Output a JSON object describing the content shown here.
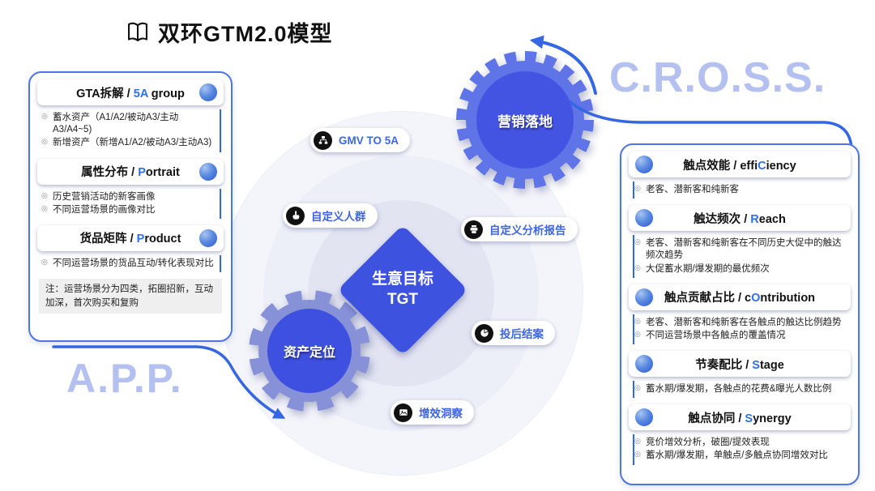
{
  "title": {
    "text": "双环GTM2.0模型",
    "icon": "open-book-icon"
  },
  "watermarks": {
    "left": "A.P.P.",
    "right": "C.R.O.S.S."
  },
  "left_panel": {
    "sections": [
      {
        "header": {
          "pre": "GTA拆解 / ",
          "highlight": "5A",
          "post": " group"
        },
        "bullets": [
          "蓄水资产（A1/A2/被动A3/主动A3/A4~5)",
          "新增资产（新增A1/A2/被动A3/主动A3)"
        ]
      },
      {
        "header": {
          "pre": "属性分布 / ",
          "highlight": "P",
          "post": "ortrait"
        },
        "bullets": [
          "历史营销活动的新客画像",
          "不同运营场景的画像对比"
        ]
      },
      {
        "header": {
          "pre": "货品矩阵 / ",
          "highlight": "P",
          "post": "roduct"
        },
        "bullets": [
          "不同运营场景的货品互动/转化表现对比"
        ]
      }
    ],
    "note": "注：运营场景分为四类，拓圈招新，互动加深，首次购买和复购"
  },
  "right_panel": {
    "sections": [
      {
        "header": {
          "pre": "触点效能 / effi",
          "highlight": "C",
          "post": "iency"
        },
        "bullets": [
          "老客、潜新客和纯新客"
        ]
      },
      {
        "header": {
          "pre": "触达频次 / ",
          "highlight": "R",
          "post": "each"
        },
        "bullets": [
          "老客、潜新客和纯新客在不同历史大促中的触达频次趋势",
          "大促蓄水期/爆发期的最优频次"
        ]
      },
      {
        "header": {
          "pre": "触点贡献占比 / c",
          "highlight": "O",
          "post": "ntribution"
        },
        "bullets": [
          "老客、潜新客和纯新客在各触点的触达比例趋势",
          "不同运营场景中各触点的覆盖情况"
        ]
      },
      {
        "header": {
          "pre": "节奏配比 / ",
          "highlight": "S",
          "post": "tage"
        },
        "bullets": [
          "蓄水期/爆发期，各触点的花费&曝光人数比例"
        ]
      },
      {
        "header": {
          "pre": "触点协同 / ",
          "highlight": "S",
          "post": "ynergy"
        },
        "bullets": [
          "竞价增效分析，破圈/提效表现",
          "蓄水期/爆发期，单触点/多触点协同增效对比"
        ]
      }
    ]
  },
  "center": {
    "diamond": {
      "line1": "生意目标",
      "line2": "TGT"
    },
    "pills": [
      {
        "label": "GMV TO 5A",
        "icon": "sitemap-icon"
      },
      {
        "label": "自定义人群",
        "icon": "hand-pointer-icon"
      },
      {
        "label": "自定义分析报告",
        "icon": "printer-icon"
      },
      {
        "label": "投后结案",
        "icon": "pie-chart-icon"
      },
      {
        "label": "增效洞察",
        "icon": "image-icon"
      }
    ]
  },
  "gears": {
    "top": "营销落地",
    "bottom": "资产定位"
  },
  "colors": {
    "accent_blue": "#3D53DF",
    "arrow_blue": "#3566E3",
    "highlight_blue": "#2F6FED",
    "watermark_blue": "#B3C0F0"
  }
}
